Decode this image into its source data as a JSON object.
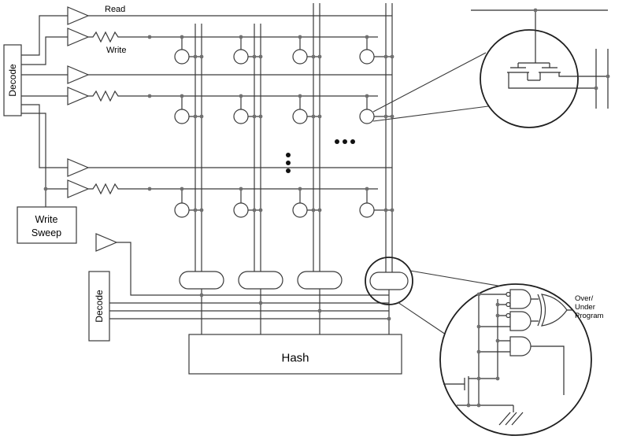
{
  "labels": {
    "read": "Read",
    "write": "Write",
    "decode_left": "Decode",
    "write_sweep_line1": "Write",
    "write_sweep_line2": "Sweep",
    "decode_bottom": "Decode",
    "hash": "Hash",
    "over_under_1": "Over/",
    "over_under_2": "Under",
    "over_under_3": "Program"
  },
  "colors": {
    "wire": "#3a3a3a",
    "junction_dot": "#6f6f6f",
    "ellipsis_dot": "#111111",
    "background": "#ffffff",
    "text": "#000000"
  }
}
